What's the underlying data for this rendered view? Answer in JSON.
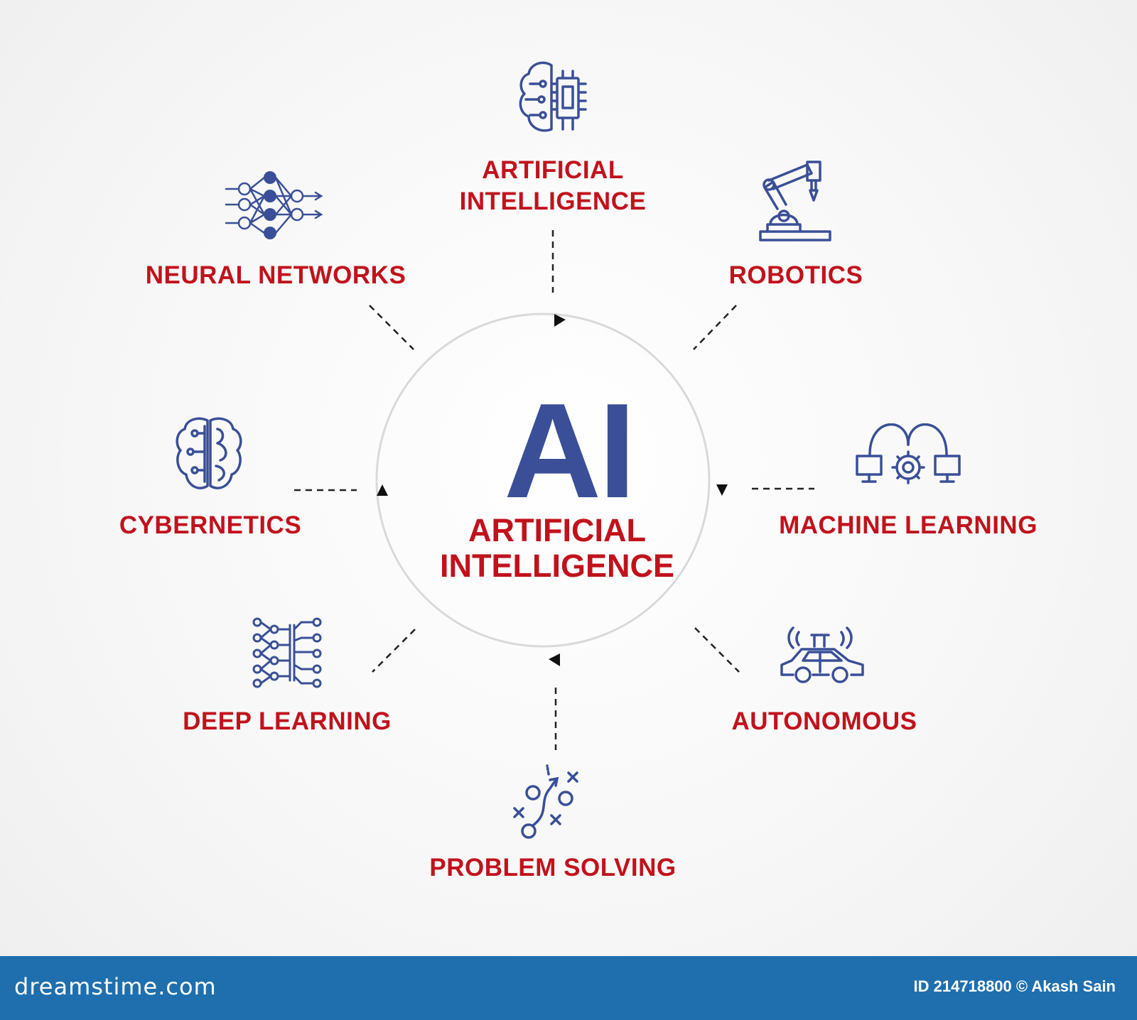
{
  "center": {
    "title": "AI",
    "subtitle_line1": "ARTIFICIAL",
    "subtitle_line2": "INTELLIGENCE"
  },
  "topics": [
    {
      "label": "ARTIFICIAL\nINTELLIGENCE",
      "line1": "ARTIFICIAL",
      "line2": "INTELLIGENCE",
      "icon": "brain-chip-icon"
    },
    {
      "label": "ROBOTICS",
      "icon": "robot-arm-icon"
    },
    {
      "label": "MACHINE LEARNING",
      "icon": "network-gear-icon"
    },
    {
      "label": "AUTONOMOUS",
      "icon": "self-driving-car-icon"
    },
    {
      "label": "PROBLEM SOLVING",
      "icon": "strategy-play-icon"
    },
    {
      "label": "DEEP LEARNING",
      "icon": "deep-network-icon"
    },
    {
      "label": "CYBERNETICS",
      "icon": "circuit-brain-icon"
    },
    {
      "label": "NEURAL NETWORKS",
      "icon": "neural-network-icon"
    }
  ],
  "footer": {
    "brand": "dreamstime.com",
    "credit": "ID 214718800 © Akash Sain"
  },
  "colors": {
    "icon": "#3a4f97",
    "label": "#c1121c",
    "footer": "#1f6fae",
    "ring": "#d9d9d9"
  }
}
